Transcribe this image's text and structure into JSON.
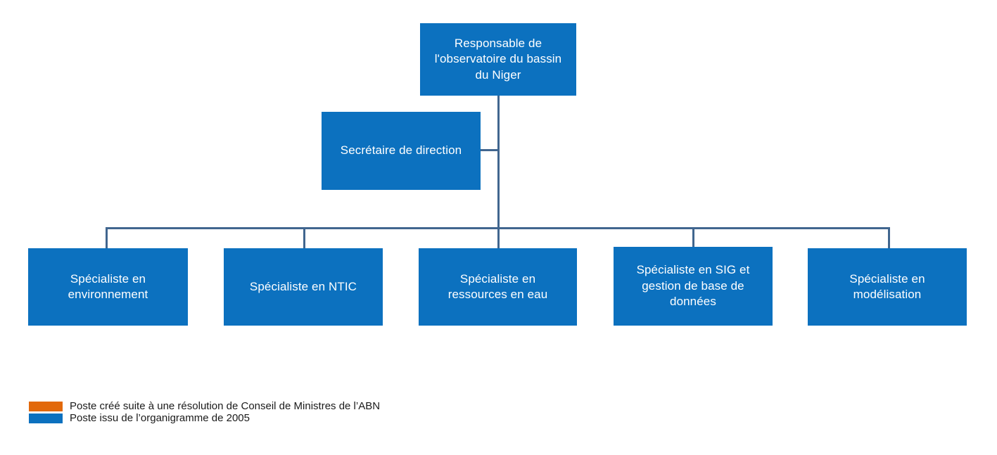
{
  "chart": {
    "type": "org-chart",
    "title": "",
    "colors": {
      "node_fill": "#0C71BF",
      "node_text": "#FFFFFF",
      "connector": "#41668F",
      "legend_created": "#E2690B",
      "legend_existing": "#0C71BF",
      "background": "#FFFFFF"
    },
    "root": {
      "label": "Responsable de\nl'observatoire du bassin\ndu Niger",
      "status": "existing"
    },
    "assistant": {
      "label": "Secrétaire de direction",
      "status": "existing"
    },
    "children": [
      {
        "label": "Spécialiste en\nenvironnement",
        "status": "existing"
      },
      {
        "label": "Spécialiste en NTIC",
        "status": "existing"
      },
      {
        "label": "Spécialiste en\nressources en eau",
        "status": "existing"
      },
      {
        "label": "Spécialiste en SIG et\ngestion  de base de\ndonnées",
        "status": "existing"
      },
      {
        "label": "Spécialiste en\nmodélisation",
        "status": "existing"
      }
    ]
  },
  "legend": {
    "items": [
      {
        "color": "#E2690B",
        "label": "Poste créé suite à une résolution de Conseil de Ministres de l’ABN"
      },
      {
        "color": "#0C71BF",
        "label": "Poste issu de l’organigramme de 2005"
      }
    ]
  }
}
